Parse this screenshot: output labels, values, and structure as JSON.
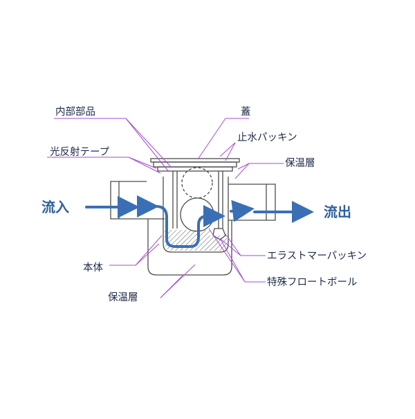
{
  "labels": {
    "internal_parts": "内部部品",
    "lid": "蓋",
    "stop_packing": "止水パッキン",
    "reflective_tape": "光反射テープ",
    "insulation_top": "保温層",
    "body": "本体",
    "insulation_bottom": "保温層",
    "elastomer_packing": "エラストマーパッキン",
    "float_ball": "特殊フロートボール"
  },
  "flow": {
    "inlet": "流入",
    "outlet": "流出"
  },
  "colors": {
    "leader": "#a64bd6",
    "flow_arrow": "#3a6fb5",
    "outline": "#4a4a4a",
    "text": "#1e2a4a"
  }
}
